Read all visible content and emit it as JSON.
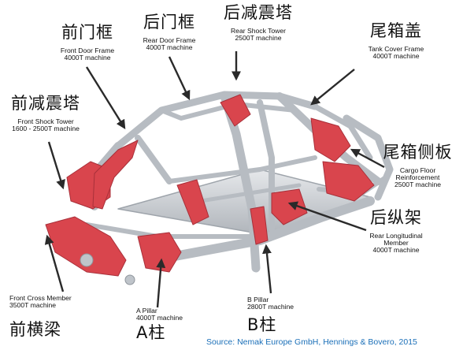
{
  "labels": {
    "front_door_frame": {
      "cn": "前门框",
      "en": [
        "Front Door Frame",
        "4000T machine"
      ]
    },
    "rear_door_frame": {
      "cn": "后门框",
      "en": [
        "Rear Door Frame",
        "4000T machine"
      ]
    },
    "rear_shock_tower": {
      "cn": "后减震塔",
      "en": [
        "Rear Shock Tower",
        "2500T machine"
      ]
    },
    "tank_cover_frame": {
      "cn": "尾箱盖",
      "en": [
        "Tank Cover Frame",
        "4000T machine"
      ]
    },
    "front_shock_tower": {
      "cn": "前减震塔",
      "en": [
        "Front Shock Tower",
        "1600 - 2500T machine"
      ]
    },
    "cargo_floor_reinforcement": {
      "cn": "尾箱侧板",
      "en": [
        "Cargo Floor",
        "Reinforcement",
        "2500T machine"
      ]
    },
    "rear_longitudinal_member": {
      "cn": "后纵架",
      "en": [
        "Rear Longitudinal",
        "Member",
        "4000T machine"
      ]
    },
    "front_cross_member": {
      "cn": "前横梁",
      "en": [
        "Front Cross Member",
        "3500T machine"
      ]
    },
    "a_pillar": {
      "cn": "A柱",
      "en": [
        "A Pillar",
        "4000T machine"
      ]
    },
    "b_pillar": {
      "cn": "B柱",
      "en": [
        "B Pillar",
        "2800T machine"
      ]
    }
  },
  "source": "Source: Nemak Europe GmbH, Hennings & Bovero, 2015",
  "colors": {
    "casting": "#d9454d",
    "frame": "#cfd3d8",
    "frame_dark": "#9ea4ab",
    "arrow": "#2a2a2a",
    "source": "#1a6fb8"
  }
}
